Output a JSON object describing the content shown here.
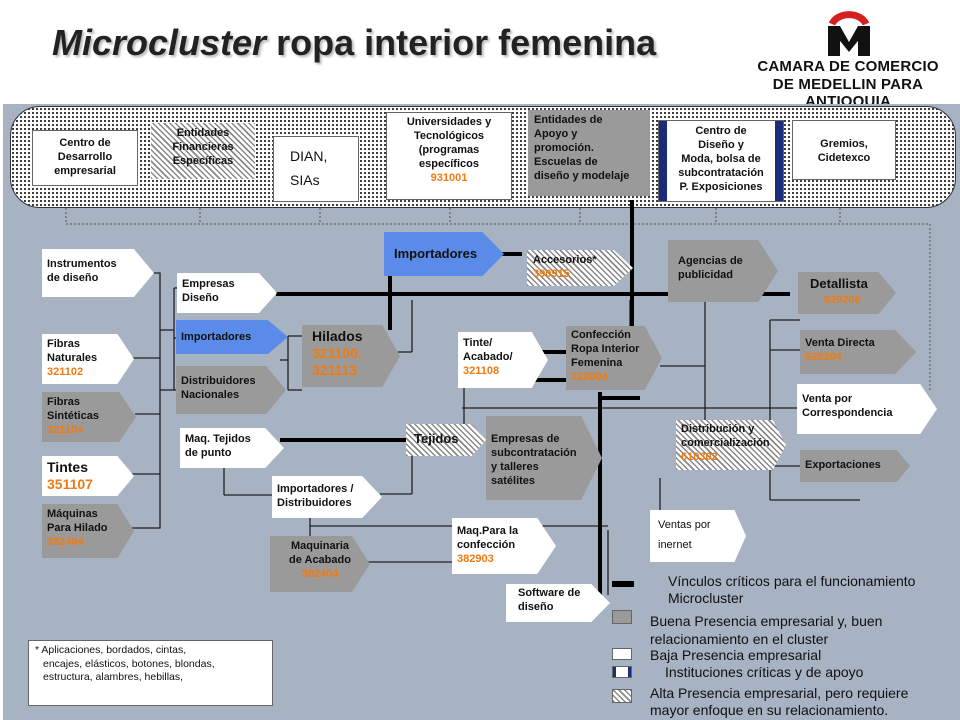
{
  "title": {
    "italic": "Microcluster",
    "rest": " ropa interior femenina"
  },
  "logo": {
    "line1": "CAMARA DE COMERCIO",
    "line2": "DE MEDELLIN PARA ANTIOQUIA"
  },
  "institutions": {
    "centro_desarrollo": [
      "Centro de",
      "Desarrollo",
      "empresarial"
    ],
    "entidades_financieras": [
      "Entidades",
      "Financieras",
      "Específicas"
    ],
    "dian": [
      "DIAN,",
      "SIAs"
    ],
    "universidades": [
      "Universidades    y",
      "Tecnológicos",
      "(programas",
      "específicos"
    ],
    "universidades_code": "931001",
    "entidades_apoyo": [
      "Entidades de",
      "Apoyo y",
      "promoción.",
      "Escuelas de",
      "diseño y modelaje"
    ],
    "centro_diseno": [
      "Centro de",
      "Diseño y",
      "Moda, bolsa de",
      "subcontratación",
      "P. Exposiciones"
    ],
    "gremios": [
      "Gremios,",
      "Cidetexco"
    ]
  },
  "nodes": {
    "instrumentos": [
      "Instrumentos",
      "de diseño"
    ],
    "fibras_naturales": [
      "Fibras",
      "Naturales"
    ],
    "fibras_naturales_code": "321102",
    "fibras_sinteticas": [
      "Fibras",
      "Sintéticas"
    ],
    "fibras_sinteticas_code": "321104",
    "tintes": "Tintes",
    "tintes_code": "351107",
    "maquinas_hilado": [
      "Máquinas",
      "Para Hilado"
    ],
    "maquinas_hilado_code": "382404",
    "empresas_diseno": [
      "Empresas",
      "Diseño"
    ],
    "importadores_small": "Importadores",
    "distribuidores": [
      "Distribuidores",
      "Nacionales"
    ],
    "maq_tejidos": [
      "Maq. Tejidos",
      "de punto"
    ],
    "importadores_distribuidores": [
      "Importadores /",
      "Distribuidores"
    ],
    "maquinaria_acabado": [
      "Maquinaria",
      "de Acabado"
    ],
    "maquinaria_acabado_code": "382404",
    "hilados": "Hilados",
    "hilados_code1": "321100.",
    "hilados_code2": "321113",
    "importadores_main": "Importadores",
    "accesorios": "Accesorios*",
    "accesorios_code": "390915",
    "tinte_acabado": [
      "Tinte/",
      "Acabado/"
    ],
    "tinte_acabado_code": "321108",
    "tejidos": "Tejidos",
    "empresas_subcontratacion": [
      "Empresas de",
      "subcontratación",
      "y talleres",
      " satélites"
    ],
    "maq_confeccion": [
      "Maq.Para la",
      "confección"
    ],
    "maq_confeccion_code": "382903",
    "software": [
      "Software de",
      "diseño"
    ],
    "confeccion": [
      "Confección",
      "Ropa Interior",
      "Femenina"
    ],
    "confeccion_code": "322004",
    "agencias": [
      "Agencias de",
      "publicidad"
    ],
    "detallista": "Detallista",
    "detallista_code": "620206",
    "venta_directa": "Venta Directa",
    "venta_directa_code": "620204",
    "venta_correspondencia": [
      "Venta por",
      "Correspondencia"
    ],
    "distribucion": [
      "Distribución y",
      "comercialización"
    ],
    "distribucion_code": "610302",
    "exportaciones": "Exportaciones",
    "ventas_internet": [
      "Ventas por",
      "inernet"
    ]
  },
  "footnote": [
    "* Aplicaciones,  bordados, cintas,",
    "encajes, elásticos, botones, blondas,",
    "estructura, alambres, hebillas,"
  ],
  "legend": {
    "vinculos": [
      "Vínculos críticos para el funcionamiento",
      "Microcluster"
    ],
    "buena": [
      "Buena Presencia empresarial y, buen",
      "relacionamiento en el cluster"
    ],
    "baja": "Baja Presencia empresarial",
    "instituciones": "Instituciones críticas y de apoyo",
    "alta": [
      "Alta Presencia empresarial, pero requiere",
      " mayor enfoque en su relacionamiento."
    ]
  },
  "colors": {
    "panel": "#a7b2c2",
    "gray_node": "#9a9a9a",
    "blue_node": "#5b8be8",
    "code_orange": "#f07a10",
    "dark_blue_bar": "#1a2c7a"
  }
}
